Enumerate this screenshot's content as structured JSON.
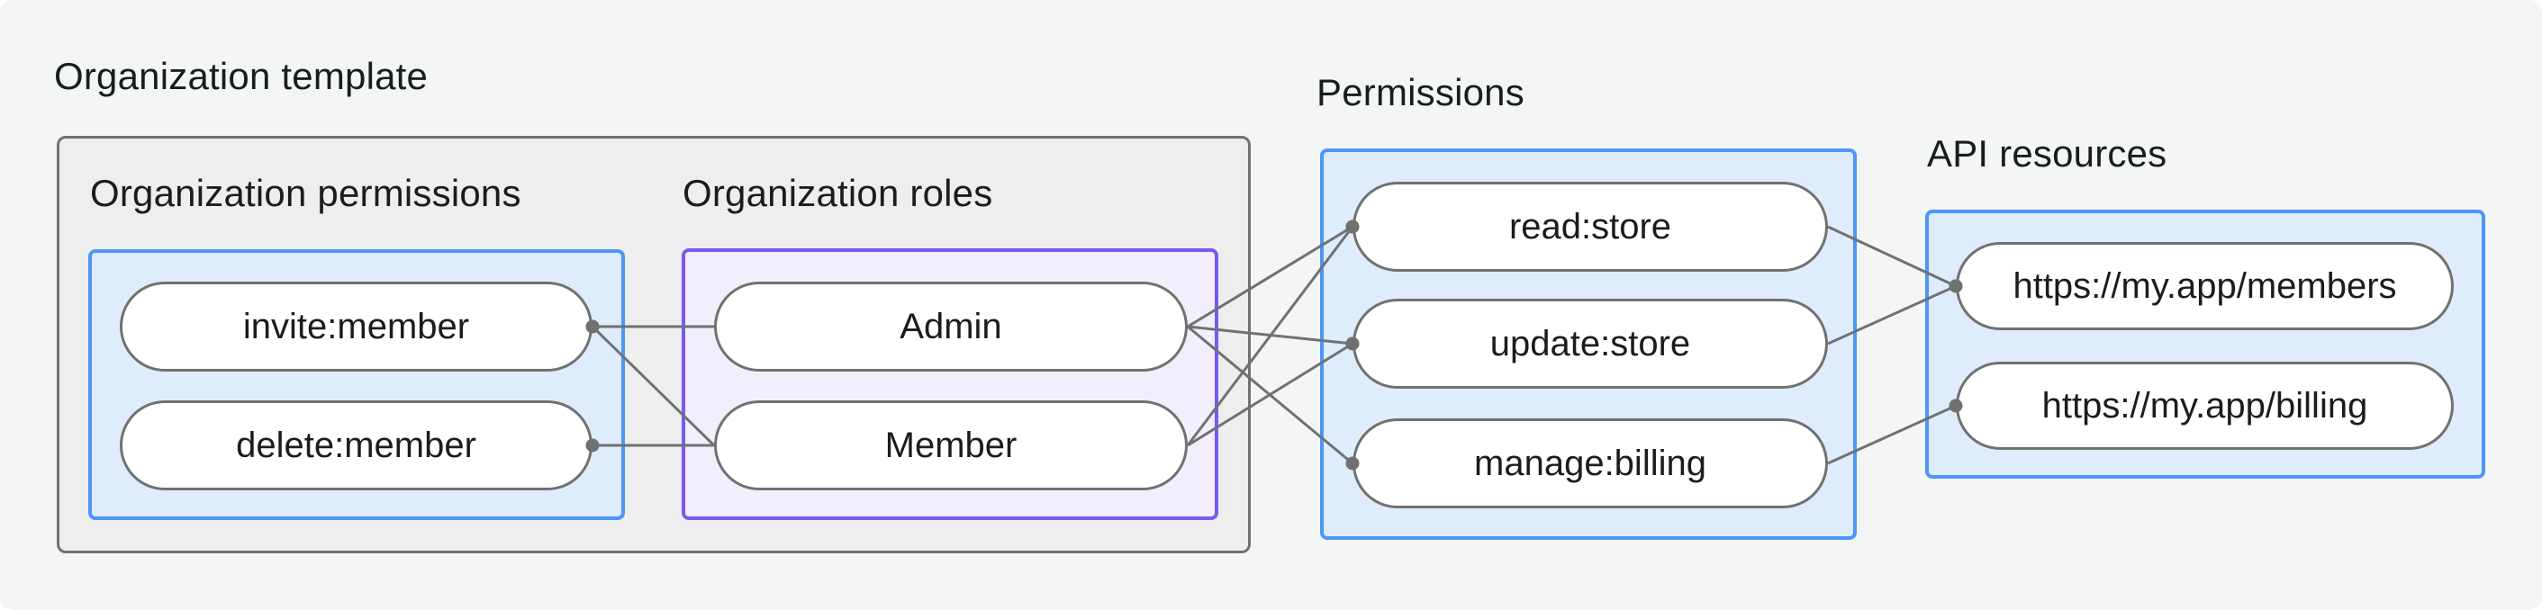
{
  "org_template": {
    "label": "Organization template",
    "org_permissions": {
      "label": "Organization permissions",
      "items": [
        {
          "id": "invite",
          "label": "invite:member"
        },
        {
          "id": "delete",
          "label": "delete:member"
        }
      ]
    },
    "org_roles": {
      "label": "Organization roles",
      "items": [
        {
          "id": "admin",
          "label": "Admin"
        },
        {
          "id": "member",
          "label": "Member"
        }
      ]
    }
  },
  "permissions": {
    "label": "Permissions",
    "items": [
      {
        "id": "read",
        "label": "read:store"
      },
      {
        "id": "update",
        "label": "update:store"
      },
      {
        "id": "manage",
        "label": "manage:billing"
      }
    ]
  },
  "api_resources": {
    "label": "API resources",
    "items": [
      {
        "id": "members_api",
        "label": "https://my.app/members"
      },
      {
        "id": "billing_api",
        "label": "https://my.app/billing"
      }
    ]
  },
  "edges": [
    {
      "from": "invite",
      "to": "admin",
      "dot": "from"
    },
    {
      "from": "invite",
      "to": "member",
      "dot": "from"
    },
    {
      "from": "delete",
      "to": "member",
      "dot": "from"
    },
    {
      "from": "admin",
      "to": "read",
      "dot": "to"
    },
    {
      "from": "admin",
      "to": "update",
      "dot": "to"
    },
    {
      "from": "admin",
      "to": "manage",
      "dot": "to"
    },
    {
      "from": "member",
      "to": "read",
      "dot": "to"
    },
    {
      "from": "member",
      "to": "update",
      "dot": "to"
    },
    {
      "from": "read",
      "to": "members_api",
      "dot": "to"
    },
    {
      "from": "update",
      "to": "members_api",
      "dot": "to"
    },
    {
      "from": "manage",
      "to": "billing_api",
      "dot": "to"
    }
  ],
  "connector_style": {
    "stroke_width": 3,
    "dot_radius": 7.5
  },
  "colors": {
    "canvas_bg": "#F4F6F5",
    "outer_box_bg": "#EDEEED",
    "outer_box_border": "#6F7270",
    "blue_box_bg": "#DFECFB",
    "blue_box_border": "#4D96F8",
    "purple_box_bg": "#F3EEFB",
    "purple_box_border": "#7B58F2",
    "pill_bg": "#FFFFFF",
    "pill_border": "#6F7270",
    "connector": "#6F7270",
    "text": "#1A1D1E"
  }
}
